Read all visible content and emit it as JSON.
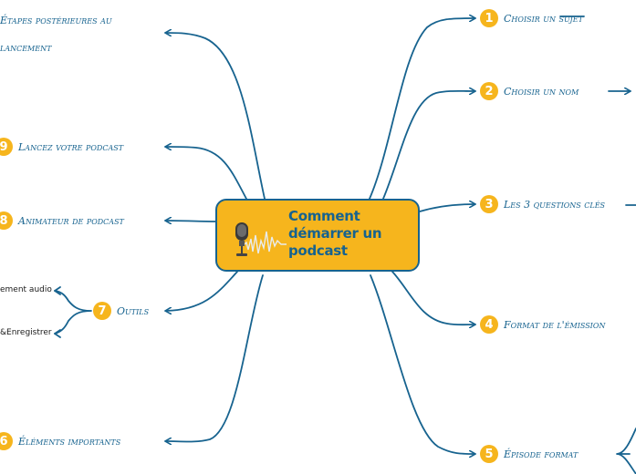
{
  "central": {
    "title": "Comment démarrer un podcast",
    "icon": "microphone-soundwave-icon"
  },
  "colors": {
    "accent": "#f6b51d",
    "line": "#17638f"
  },
  "topics": {
    "t1": {
      "number": "1",
      "label": "Choisir un sujet"
    },
    "t2": {
      "number": "2",
      "label": "Choisir un nom"
    },
    "t3": {
      "number": "3",
      "label": "Les 3 questions clés"
    },
    "t4": {
      "number": "4",
      "label": "Format de l'émission"
    },
    "t5": {
      "number": "5",
      "label": "Épisode format"
    },
    "t6": {
      "number": "6",
      "label": "Éléments importants"
    },
    "t7": {
      "number": "7",
      "label": "Outils"
    },
    "t8": {
      "number": "8",
      "label": "Animateur de podcast"
    },
    "t9": {
      "number": "9",
      "label": "Lancez votre podcast"
    },
    "t10": {
      "label": "Étapes postérieures au lancement"
    }
  },
  "subtopics": {
    "outils_a": "ement audio",
    "outils_b": "&Enregistrer"
  }
}
